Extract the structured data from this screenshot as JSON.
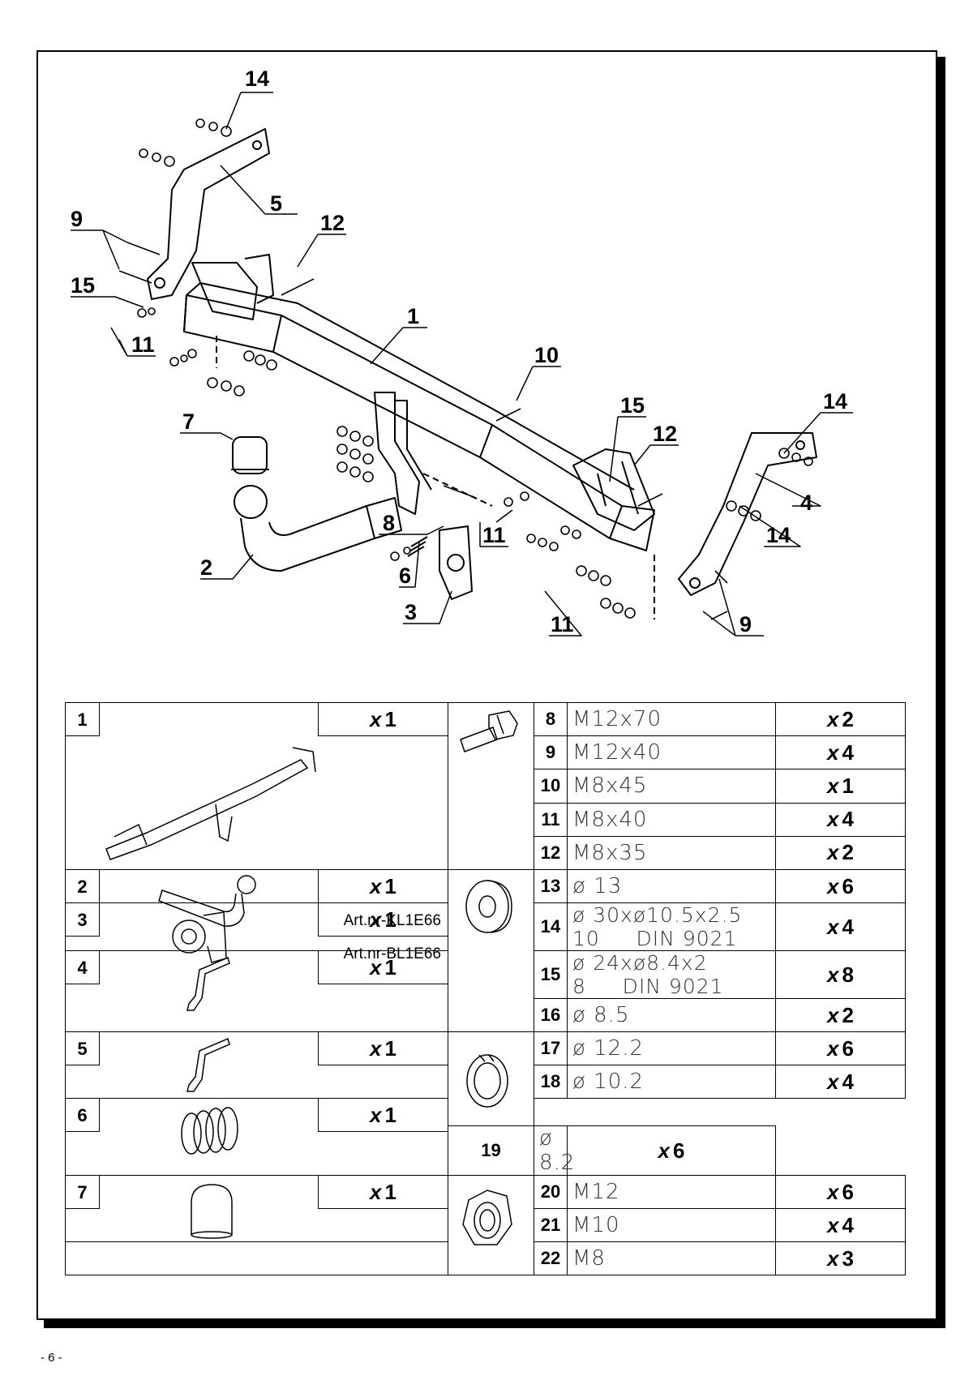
{
  "diagram": {
    "callouts": [
      "14",
      "5",
      "9",
      "12",
      "15",
      "11",
      "1",
      "10",
      "7",
      "15",
      "12",
      "14",
      "4",
      "8",
      "11",
      "2",
      "6",
      "3",
      "14",
      "11",
      "9"
    ]
  },
  "parts_left": [
    {
      "num": "1",
      "qty_prefix": "x",
      "qty": "1",
      "art": "",
      "icon": "towbar-crossmember-icon"
    },
    {
      "num": "2",
      "qty_prefix": "x",
      "qty": "1",
      "art": "Art.nr-KL1E66",
      "icon": "tow-ball-arm-icon"
    },
    {
      "num": "3",
      "qty_prefix": "x",
      "qty": "1",
      "art": "Art.nr-BL1E66",
      "icon": "socket-plate-icon"
    },
    {
      "num": "4",
      "qty_prefix": "x",
      "qty": "1",
      "art": "",
      "icon": "bracket-right-icon"
    },
    {
      "num": "5",
      "qty_prefix": "x",
      "qty": "1",
      "art": "",
      "icon": "bracket-left-icon"
    },
    {
      "num": "6",
      "qty_prefix": "x",
      "qty": "1",
      "art": "",
      "icon": "spring-icon"
    },
    {
      "num": "7",
      "qty_prefix": "x",
      "qty": "1",
      "art": "",
      "icon": "ball-cap-icon"
    }
  ],
  "parts_right": [
    {
      "num": "8",
      "spec": "M12x70",
      "qty_prefix": "x",
      "qty": "2"
    },
    {
      "num": "9",
      "spec": "M12x40",
      "qty_prefix": "x",
      "qty": "4"
    },
    {
      "num": "10",
      "spec": "M8x45",
      "qty_prefix": "x",
      "qty": "1"
    },
    {
      "num": "11",
      "spec": "M8x40",
      "qty_prefix": "x",
      "qty": "4"
    },
    {
      "num": "12",
      "spec": "M8x35",
      "qty_prefix": "x",
      "qty": "2"
    },
    {
      "num": "13",
      "spec": "ø 13",
      "qty_prefix": "x",
      "qty": "6"
    },
    {
      "num": "14",
      "spec": "ø 30xø10.5x2.5",
      "spec_line2": "10     DIN 9021",
      "qty_prefix": "x",
      "qty": "4"
    },
    {
      "num": "15",
      "spec": "ø 24xø8.4x2",
      "spec_line2": "8     DIN 9021",
      "qty_prefix": "x",
      "qty": "8"
    },
    {
      "num": "16",
      "spec": "ø 8.5",
      "qty_prefix": "x",
      "qty": "2"
    },
    {
      "num": "17",
      "spec": "ø 12.2",
      "qty_prefix": "x",
      "qty": "6"
    },
    {
      "num": "18",
      "spec": "ø 10.2",
      "qty_prefix": "x",
      "qty": "4"
    },
    {
      "num": "19",
      "spec": "ø 8.2",
      "qty_prefix": "x",
      "qty": "6"
    },
    {
      "num": "20",
      "spec": "M12",
      "qty_prefix": "x",
      "qty": "6"
    },
    {
      "num": "21",
      "spec": "M10",
      "qty_prefix": "x",
      "qty": "4"
    },
    {
      "num": "22",
      "spec": "M8",
      "qty_prefix": "x",
      "qty": "3"
    }
  ],
  "group_icons": [
    "bolt-icon",
    "flat-washer-icon",
    "spring-washer-icon",
    "hex-nut-icon"
  ],
  "page_number": "- 6 -"
}
